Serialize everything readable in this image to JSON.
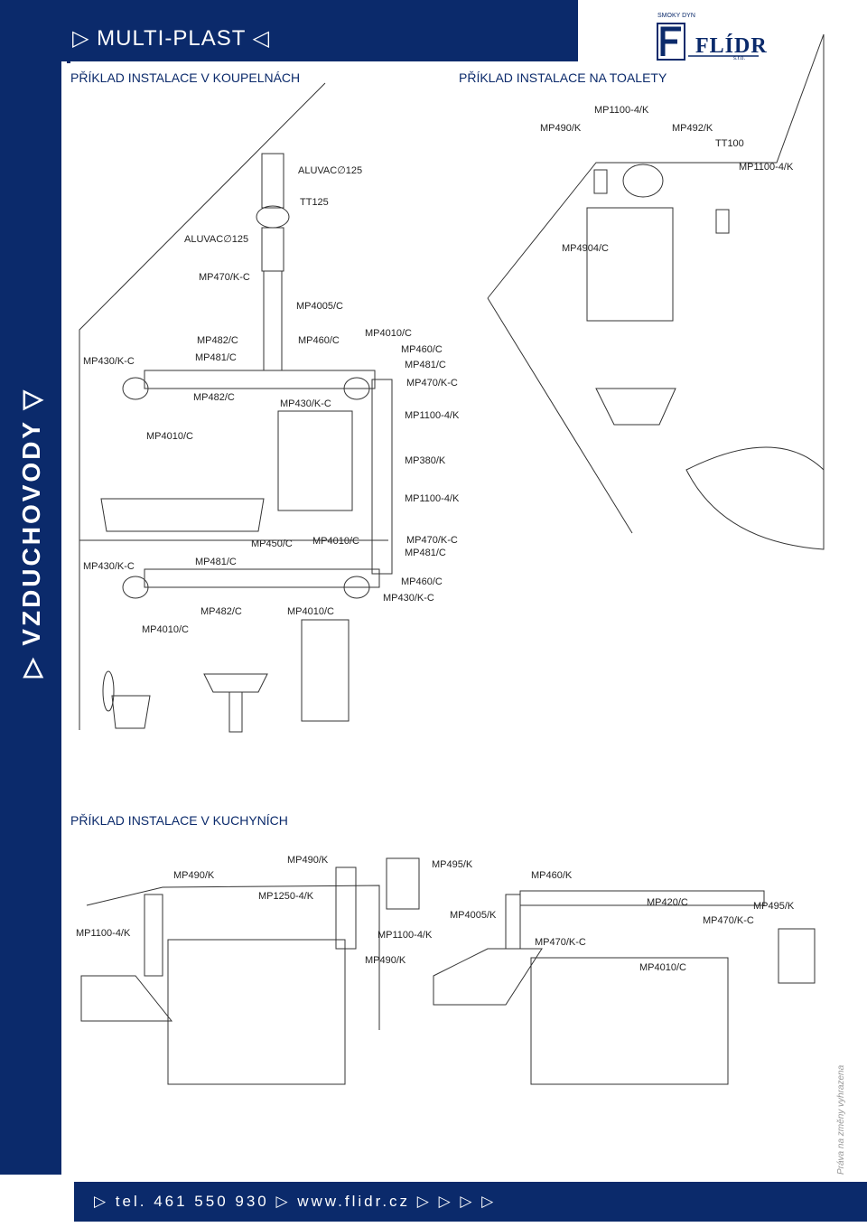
{
  "header": {
    "brand": "▷ MULTI-PLAST ◁",
    "vertical_title": "▷ VZDUCHOVODY ▽"
  },
  "logo": {
    "name": "FLÍDR",
    "small_text": "SMOKY DYN",
    "suffix": "s.r.o."
  },
  "sections": {
    "bathroom": "PŘÍKLAD INSTALACE V KOUPELNÁCH",
    "toilet": "PŘÍKLAD INSTALACE NA TOALETY",
    "kitchen": "PŘÍKLAD INSTALACE V KUCHYNÍCH"
  },
  "labels": {
    "l1": "ALUVAC∅125",
    "l2": "TT125",
    "l3": "ALUVAC∅125",
    "l4": "MP470/K-C",
    "l5": "MP4005/C",
    "l6": "MP482/C",
    "l7": "MP460/C",
    "l8": "MP4010/C",
    "l9": "MP430/K-C",
    "l10": "MP481/C",
    "l11": "MP460/C",
    "l12": "MP481/C",
    "l13": "MP470/K-C",
    "l14": "MP482/C",
    "l15": "MP430/K-C",
    "l16": "MP1100-4/K",
    "l17": "MP4010/C",
    "l18": "MP380/K",
    "l19": "MP1100-4/K",
    "l20": "MP450/C",
    "l21": "MP4010/C",
    "l22": "MP470/K-C",
    "l23": "MP430/K-C",
    "l24": "MP481/C",
    "l25": "MP481/C",
    "l26": "MP460/C",
    "l27": "MP482/C",
    "l28": "MP4010/C",
    "l29": "MP430/K-C",
    "l30": "MP4010/C",
    "t1": "MP1100-4/K",
    "t2": "MP490/K",
    "t3": "MP492/K",
    "t4": "TT100",
    "t5": "MP1100-4/K",
    "t6": "MP4904/C",
    "k1": "MP490/K",
    "k2": "MP490/K",
    "k3": "MP495/K",
    "k4": "MP460/K",
    "k5": "MP1250-4/K",
    "k6": "MP1100-4/K",
    "k7": "MP4005/K",
    "k8": "MP420/C",
    "k9": "MP495/K",
    "k10": "MP1100-4/K",
    "k11": "MP470/K-C",
    "k12": "MP470/K-C",
    "k13": "MP490/K",
    "k14": "MP4010/C"
  },
  "footer": {
    "text": "▷ tel. 461 550 930 ▷   www.flidr.cz   ▷ ▷ ▷ ▷"
  },
  "side_note": "Práva na změny vyhrazena"
}
